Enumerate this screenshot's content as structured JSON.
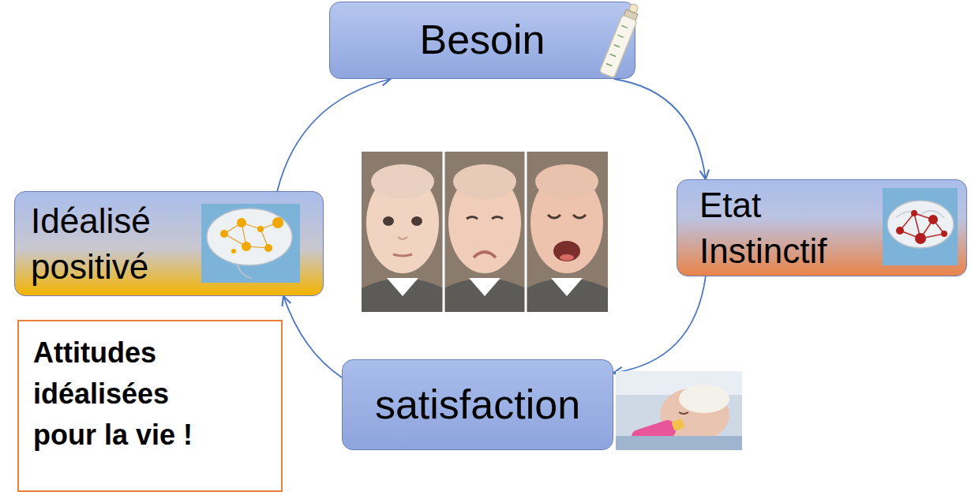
{
  "diagram": {
    "nodes": [
      {
        "text": [
          "Besoin"
        ]
      },
      {
        "text": [
          "Etat Instinctif"
        ]
      },
      {
        "text": [
          "satisfaction"
        ]
      },
      {
        "text": [
          "Idéalisé positivé"
        ]
      },
      {
        "text": [
          "Attitudes idéalisées pour la vie !"
        ]
      }
    ],
    "edges": [
      {
        "from": 0,
        "to": 1,
        "arrow": "to"
      },
      {
        "from": 1,
        "to": 2,
        "arrow": "to"
      },
      {
        "from": 2,
        "to": 3,
        "arrow": "to"
      },
      {
        "from": 3,
        "to": 0,
        "arrow": "to"
      }
    ]
  }
}
